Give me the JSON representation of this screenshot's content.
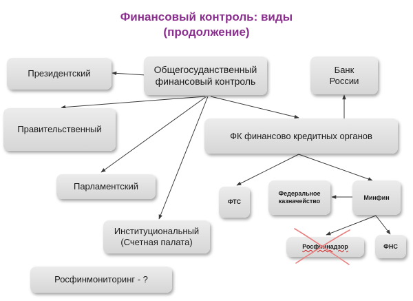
{
  "title": {
    "line1": "Финансовый контроль: виды",
    "line2": "(продолжение)"
  },
  "nodes": {
    "general": "Общегосуданственный\nфинансовый контроль",
    "presidential": "Президентский",
    "governmental": "Правительственный",
    "parliamentary": "Парламентский",
    "institutional": "Институциональный\n(Счетная палата)",
    "rosfinmonitoring": "Росфинмониторинг - ?",
    "bank": "Банк\nРоссии",
    "credit_fc": "ФК финансово кредитных органов",
    "fts": "ФТС",
    "treasury": "Федеральное\nказначейство",
    "minfin": "Минфин",
    "rosfinnadzor": "Росфиннадзор",
    "fns": "ФНС"
  },
  "colors": {
    "title": "#8b2f8f",
    "box_fill": "#e0e0e0",
    "connector": "#3a3a3a",
    "cross": "#e88080"
  }
}
